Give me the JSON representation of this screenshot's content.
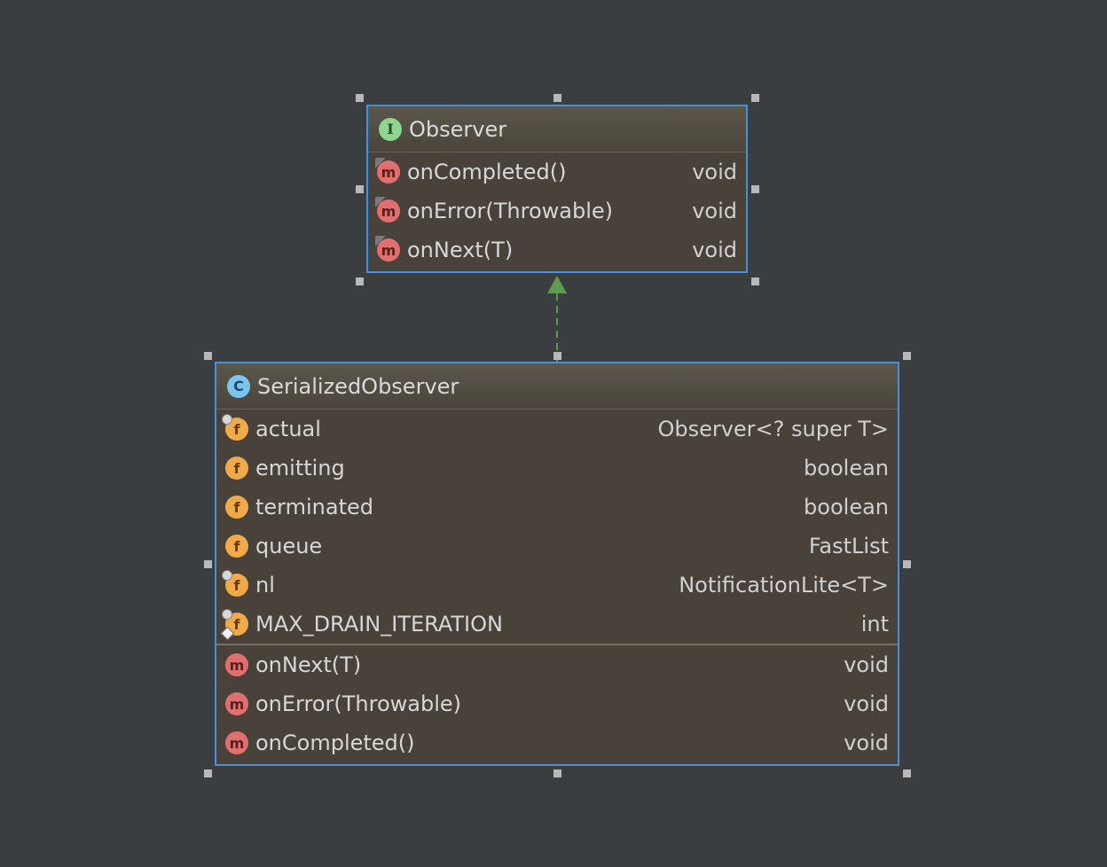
{
  "diagram": {
    "interface_node": {
      "kind_icon": "I",
      "title": "Observer",
      "methods": [
        {
          "icon": "m",
          "name": "onCompleted()",
          "type": "void"
        },
        {
          "icon": "m",
          "name": "onError(Throwable)",
          "type": "void"
        },
        {
          "icon": "m",
          "name": "onNext(T)",
          "type": "void"
        }
      ]
    },
    "class_node": {
      "kind_icon": "C",
      "title": "SerializedObserver",
      "fields": [
        {
          "icon": "f",
          "name": "actual",
          "type": "Observer<? super T>"
        },
        {
          "icon": "f",
          "name": "emitting",
          "type": "boolean"
        },
        {
          "icon": "f",
          "name": "terminated",
          "type": "boolean"
        },
        {
          "icon": "f",
          "name": "queue",
          "type": "FastList"
        },
        {
          "icon": "f",
          "name": "nl",
          "type": "NotificationLite<T>"
        },
        {
          "icon": "f",
          "name": "MAX_DRAIN_ITERATION",
          "type": "int"
        }
      ],
      "methods": [
        {
          "icon": "m",
          "name": "onNext(T)",
          "type": "void"
        },
        {
          "icon": "m",
          "name": "onError(Throwable)",
          "type": "void"
        },
        {
          "icon": "m",
          "name": "onCompleted()",
          "type": "void"
        }
      ]
    },
    "colors": {
      "background": "#3b3e41",
      "node_fill": "#48423a",
      "selection_border": "#4a8fd9",
      "realization_arrow": "#5f9a4f"
    },
    "edge": {
      "type": "realization",
      "icon": "dashed-arrow-icon"
    }
  }
}
